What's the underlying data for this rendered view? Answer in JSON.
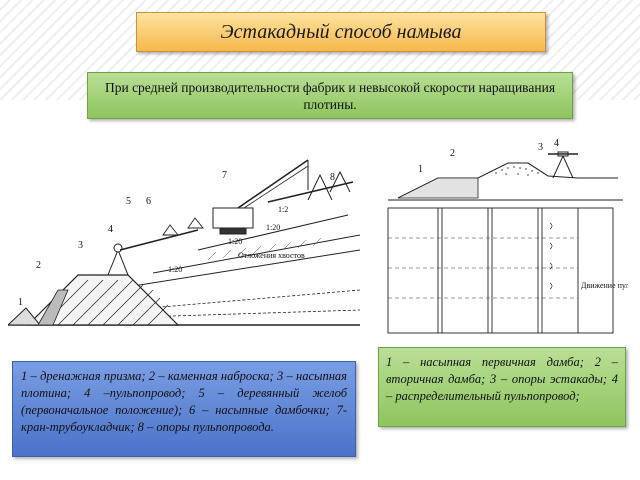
{
  "title": "Эстакадный способ намыва",
  "subtitle": "При средней производительности фабрик и невысокой скорости наращивания плотины.",
  "left_diagram": {
    "labels": [
      "1",
      "2",
      "3",
      "4",
      "5",
      "6",
      "7",
      "8"
    ],
    "slope_labels": [
      "1:20",
      "1:20",
      "1:2",
      "1:20"
    ],
    "deposit_label": "Отложения хвостов"
  },
  "right_diagram": {
    "labels": [
      "1",
      "2",
      "3",
      "4"
    ],
    "pipe_label": "Движение пульпы"
  },
  "caption_right": "1 – насыпная первичная дамба; 2 – вторичная дамба; 3 – опоры эстакады; 4 – распределительный пульпопровод;",
  "caption_left": "1 – дренажная призма; 2 – каменная наброска; 3 – насыпная плотина; 4 –пульпопровод; 5 – деревянный желоб (первоначальное положение); 6 – насыпные дамбочки; 7- кран-трубоукладчик; 8 – опоры пульпопровода.",
  "colors": {
    "title_bg": "#f7b84b",
    "subtitle_bg": "#8fc45e",
    "caption_left_bg": "#4a72c9",
    "caption_right_bg": "#8fc45e"
  }
}
